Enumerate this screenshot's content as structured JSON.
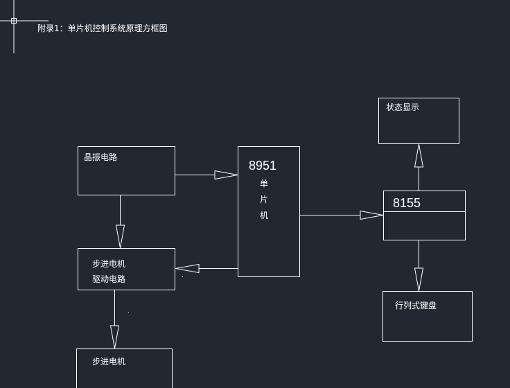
{
  "title": "附录1：单片机控制系统原理方框图",
  "blocks": {
    "crystal": "晶振电路",
    "mcu_model": "8951",
    "mcu_name": "单片机",
    "driver_line1": "步进电机",
    "driver_line2": "驱动电路",
    "motor": "步进电机",
    "status": "状态显示",
    "ppi": "8155",
    "keyboard": "行列式键盘"
  },
  "colors": {
    "background": "#212830",
    "line": "#ffffff"
  }
}
